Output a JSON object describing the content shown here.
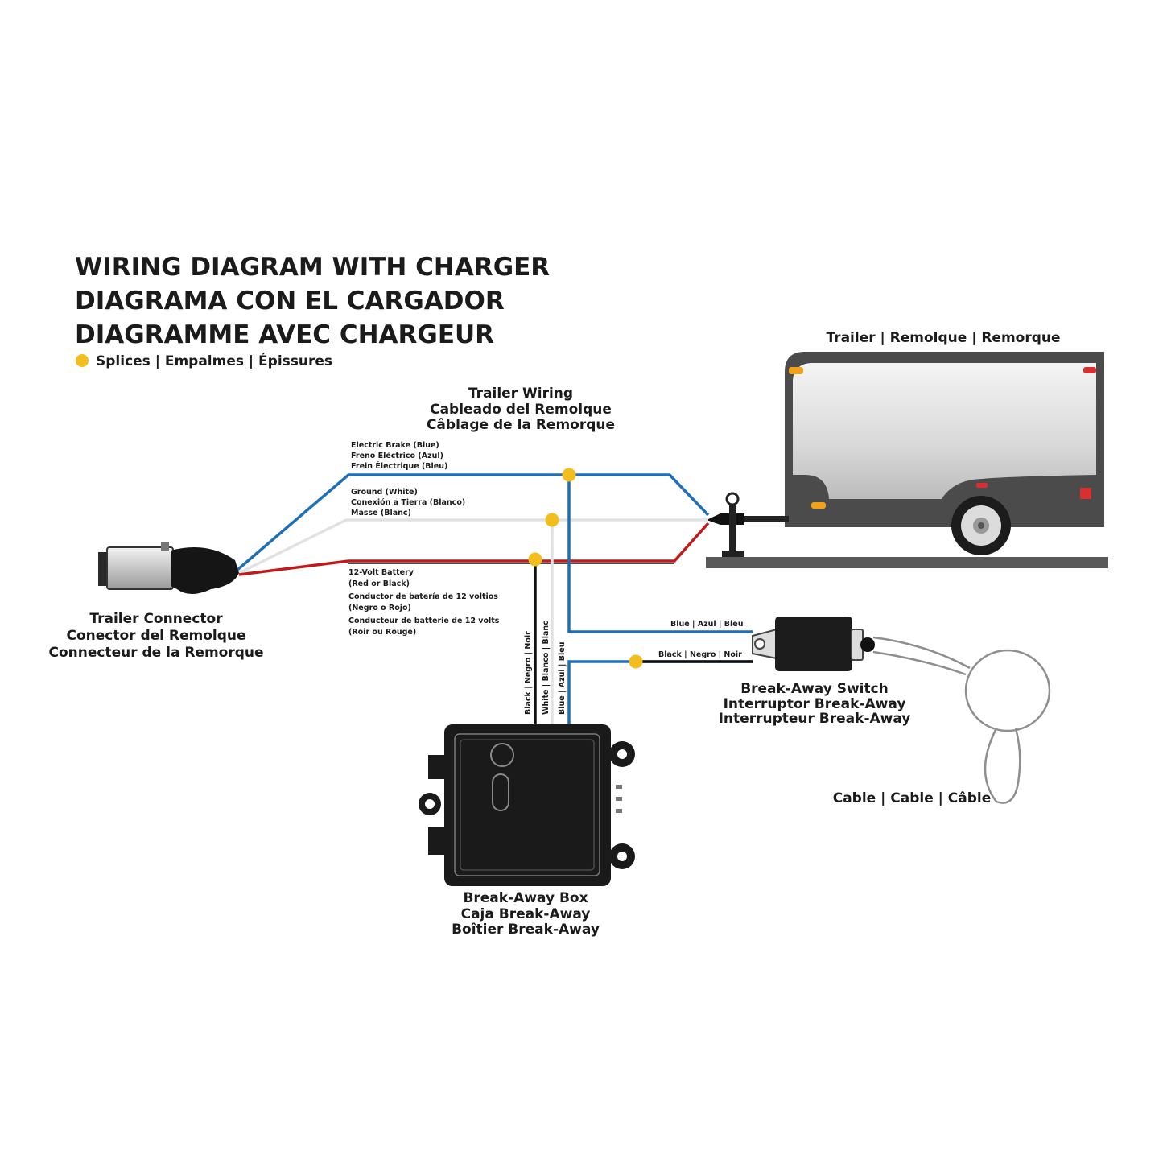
{
  "title": {
    "line1": "WIRING DIAGRAM WITH CHARGER",
    "line2": "DIAGRAMA CON EL CARGADOR",
    "line3": "DIAGRAMME AVEC CHARGEUR"
  },
  "legend": {
    "splices": "Splices | Empalmes | Épissures"
  },
  "trailer": {
    "label": "Trailer | Remolque | Remorque"
  },
  "trailer_wiring": {
    "line1": "Trailer Wiring",
    "line2": "Cableado del Remolque",
    "line3": "Câblage de la Remorque"
  },
  "wires": {
    "electric_brake": [
      "Electric Brake (Blue)",
      "Freno Eléctrico (Azul)",
      "Frein Électrique (Bleu)"
    ],
    "ground": [
      "Ground (White)",
      "Conexión a Tierra (Blanco)",
      "Masse (Blanc)"
    ],
    "battery": [
      "12-Volt Battery",
      "(Red or Black)",
      "Conductor de batería de 12 voltios",
      "(Negro o Rojo)",
      "Conducteur de batterie de 12 volts",
      "(Roir ou Rouge)"
    ],
    "vertical": {
      "black": "Black | Negro | Noir",
      "white": "White | Blanco | Blanc",
      "blue": "Blue | Azul | Bleu"
    },
    "switch_blue": "Blue | Azul | Bleu",
    "switch_black": "Black | Negro | Noir"
  },
  "connector": {
    "line1": "Trailer Connector",
    "line2": "Conector del Remolque",
    "line3": "Connecteur de la Remorque"
  },
  "switch": {
    "line1": "Break-Away Switch",
    "line2": "Interruptor Break-Away",
    "line3": "Interrupteur Break-Away"
  },
  "cable": {
    "label": "Cable | Cable | Câble"
  },
  "box": {
    "line1": "Break-Away Box",
    "line2": "Caja Break-Away",
    "line3": "Boîtier Break-Away"
  },
  "colors": {
    "blue_wire": "#1f6fb8",
    "white_wire": "#e2e2e2",
    "red_wire": "#c21a1a",
    "black_wire": "#111111",
    "splice": "#f2bd1d"
  }
}
